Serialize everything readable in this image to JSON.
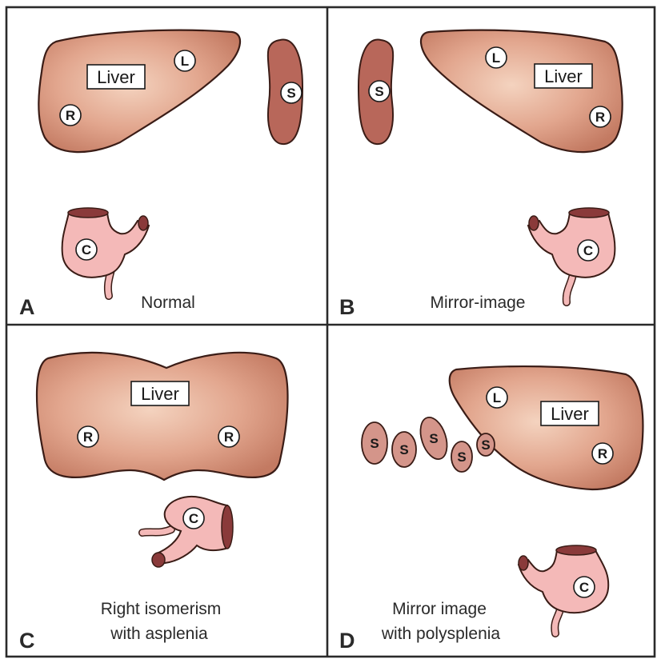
{
  "panels": {
    "a": {
      "letter": "A",
      "caption": "Normal",
      "liver_label": "Liver",
      "lobe_left": "L",
      "lobe_right": "R",
      "spleen": "S",
      "stomach": "C"
    },
    "b": {
      "letter": "B",
      "caption": "Mirror-image",
      "liver_label": "Liver",
      "lobe_left": "L",
      "lobe_right": "R",
      "spleen": "S",
      "stomach": "C"
    },
    "c": {
      "letter": "C",
      "caption_line1": "Right isomerism",
      "caption_line2": "with asplenia",
      "liver_label": "Liver",
      "lobe_right_a": "R",
      "lobe_right_b": "R",
      "stomach": "C"
    },
    "d": {
      "letter": "D",
      "caption_line1": "Mirror image",
      "caption_line2": "with polysplenia",
      "liver_label": "Liver",
      "lobe_left": "L",
      "lobe_right": "R",
      "spleens": [
        "S",
        "S",
        "S",
        "S",
        "S"
      ],
      "stomach": "C"
    }
  },
  "colors": {
    "liver_light": "#f2cdb6",
    "liver_dark": "#c37a62",
    "spleen": "#b8675a",
    "stomach": "#f4b9b8",
    "outline": "#3a1c16"
  }
}
